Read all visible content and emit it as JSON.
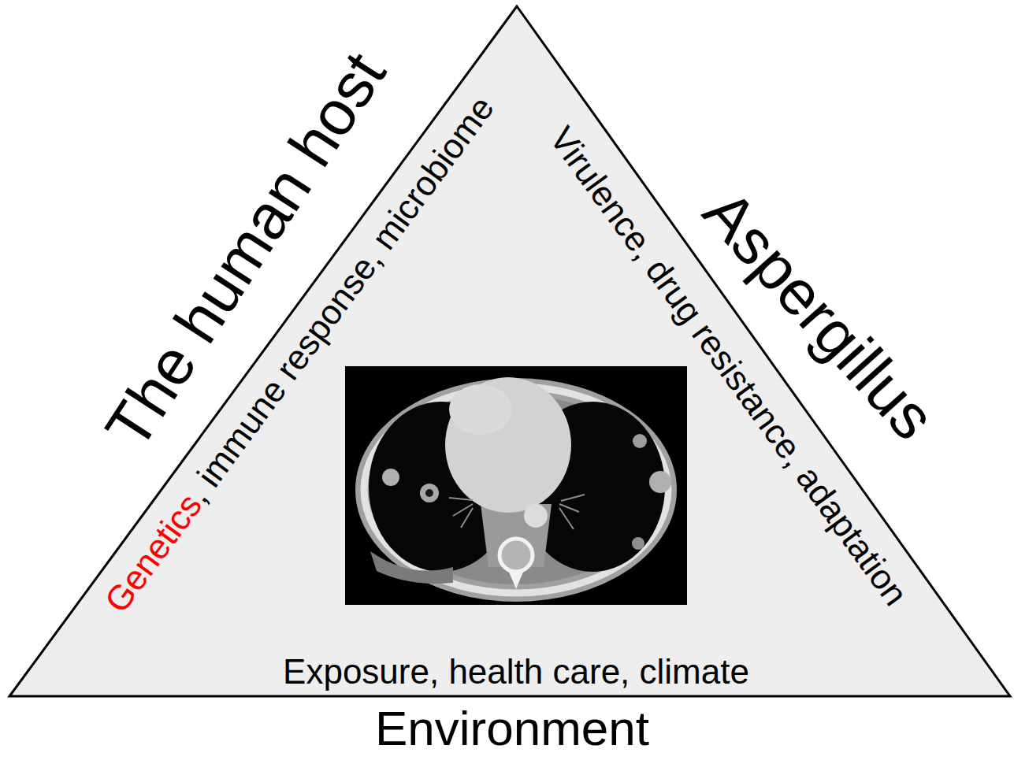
{
  "diagram": {
    "labels": [
      "The human host",
      "Genetics",
      ", immune response, microbiome",
      "Aspergillus",
      "Virulence, drug resistance, adaptation",
      "Exposure, health care, climate",
      "Environment"
    ]
  }
}
